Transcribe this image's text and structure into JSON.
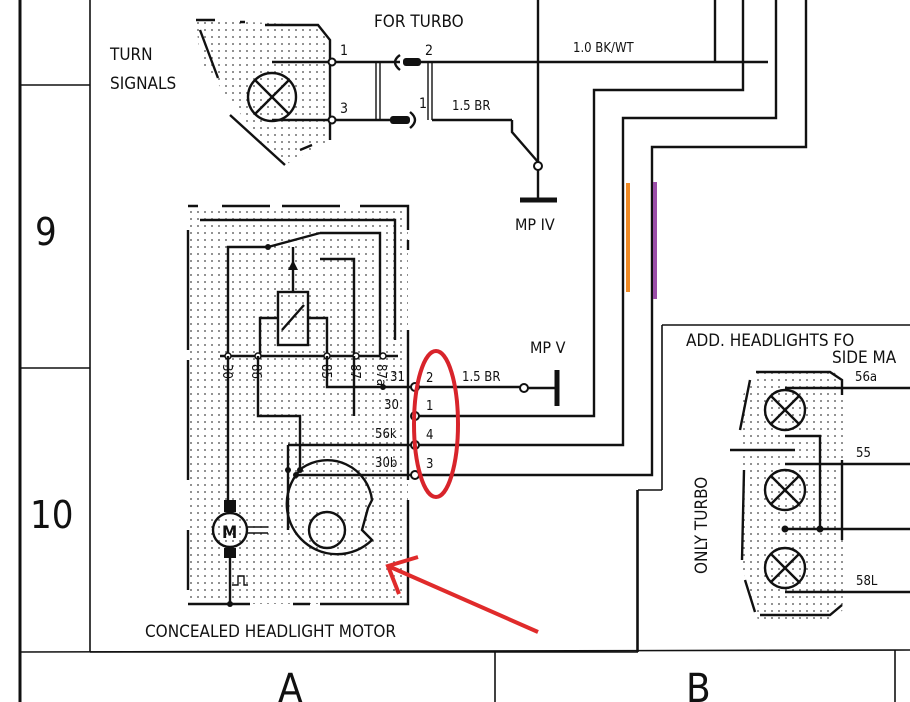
{
  "grid": {
    "row_labels": [
      "9",
      "10"
    ],
    "col_labels": [
      "A",
      "B"
    ]
  },
  "labels": {
    "for_turbo": "FOR TURBO",
    "turn_signals_line1": "TURN",
    "turn_signals_line2": "SIGNALS",
    "mp_iv": "MP IV",
    "mp_v": "MP V",
    "concealed_headlight_motor": "CONCEALED HEADLIGHT MOTOR",
    "add_headlights_line1": "ADD. HEADLIGHTS FO",
    "add_headlights_line2": "SIDE MA",
    "only_turbo": "ONLY TURBO"
  },
  "wires": {
    "bk_wt": "1.0 BK/WT",
    "br_top": "1.5 BR",
    "br_mid": "1.5 BR"
  },
  "turn_signal_pins": [
    "1",
    "3"
  ],
  "connector_pins": {
    "top_2": "2",
    "bottom_1": "1"
  },
  "relay_terminals": [
    "30",
    "86",
    "85",
    "87",
    "87a",
    "31"
  ],
  "motor_terminals": [
    "30",
    "56k",
    "30b"
  ],
  "motor_symbol": "M",
  "connector_pins_circled": [
    "2",
    "1",
    "4",
    "3"
  ],
  "headlight_terminals": [
    "56a",
    "55",
    "58L"
  ],
  "annotations": {
    "circle_color": "#d8242b",
    "arrow_color": "#e02b2b",
    "orange_mark": "#f08a24",
    "purple_mark": "#9b4ea8"
  }
}
